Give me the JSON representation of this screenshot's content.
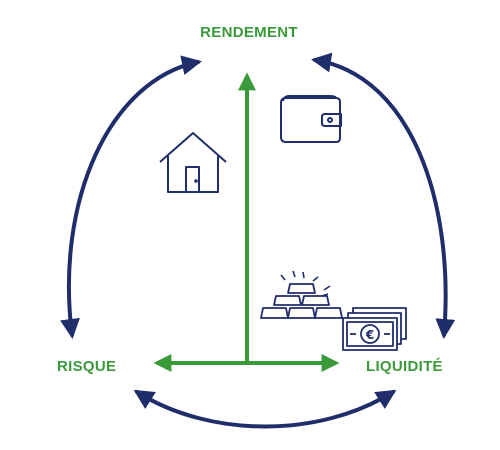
{
  "labels": {
    "top": "RENDEMENT",
    "left": "RISQUE",
    "right": "LIQUIDITÉ"
  },
  "icons": {
    "house": "house-icon",
    "wallet": "wallet-icon",
    "gold": "gold-bars-icon",
    "cash": "euro-banknotes-icon",
    "cash_symbol": "€"
  },
  "colors": {
    "green": "#3a9a3a",
    "navy": "#1f2d6b",
    "icon_stroke": "#1f2d6b"
  }
}
